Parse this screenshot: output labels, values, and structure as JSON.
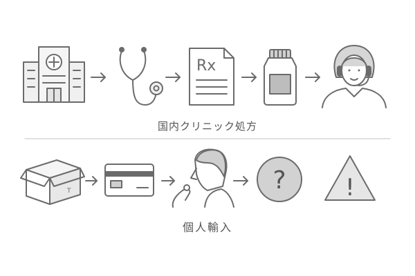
{
  "flows": {
    "domestic": {
      "label": "国内クリニック処方",
      "steps": [
        "hospital-icon",
        "stethoscope-icon",
        "prescription-icon",
        "medicine-bottle-icon",
        "support-agent-icon"
      ]
    },
    "import": {
      "label": "個人輸入",
      "steps": [
        "package-box-icon",
        "credit-card-icon",
        "person-taking-pill-icon",
        "question-mark-icon",
        "warning-icon"
      ]
    }
  },
  "icon_text": {
    "prescription_mark": "Rx",
    "box_mark": "T",
    "question_mark": "?",
    "warning_mark": "!"
  },
  "colors": {
    "stroke": "#6b6b6b",
    "fill_light": "#f0f0f0",
    "fill_mid": "#cfcfcf",
    "fill_dark": "#bdbdbd",
    "divider": "#d6d6d6"
  }
}
